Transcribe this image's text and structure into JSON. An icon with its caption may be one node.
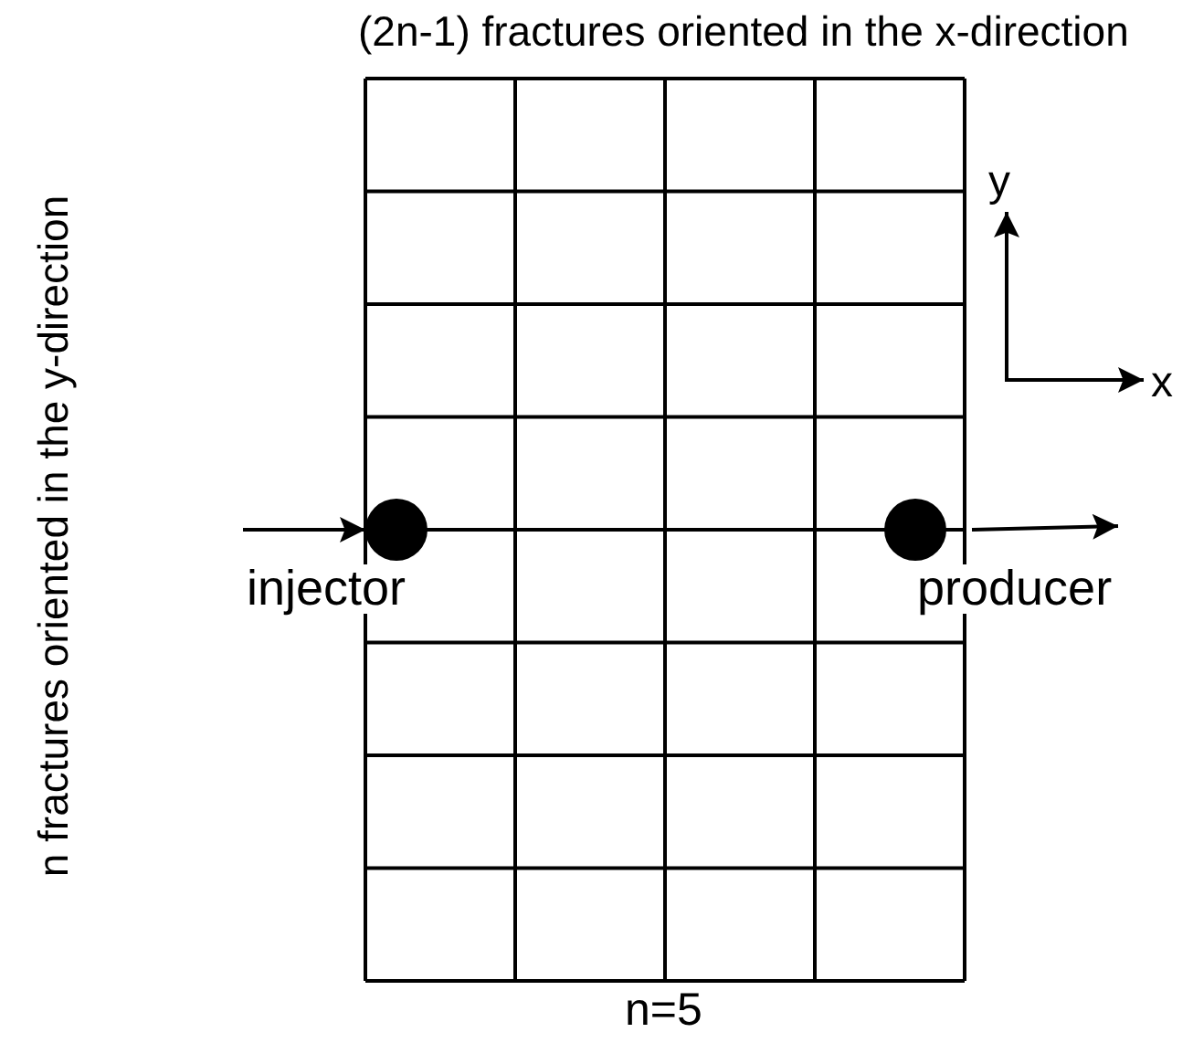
{
  "diagram": {
    "nodes": [
      {
        "text": [],
        "shape": "circle"
      },
      {
        "text": [],
        "shape": "circle"
      }
    ],
    "edges": [
      {
        "from": null,
        "to": 0,
        "arrow": "to"
      },
      {
        "from": 1,
        "to": null,
        "arrow": "to"
      }
    ],
    "labels": [
      "(2n-1) fractures oriented in the x-direction",
      "n fractures oriented in the y-direction",
      "y",
      "x",
      "injector",
      "producer",
      "n=5"
    ]
  }
}
